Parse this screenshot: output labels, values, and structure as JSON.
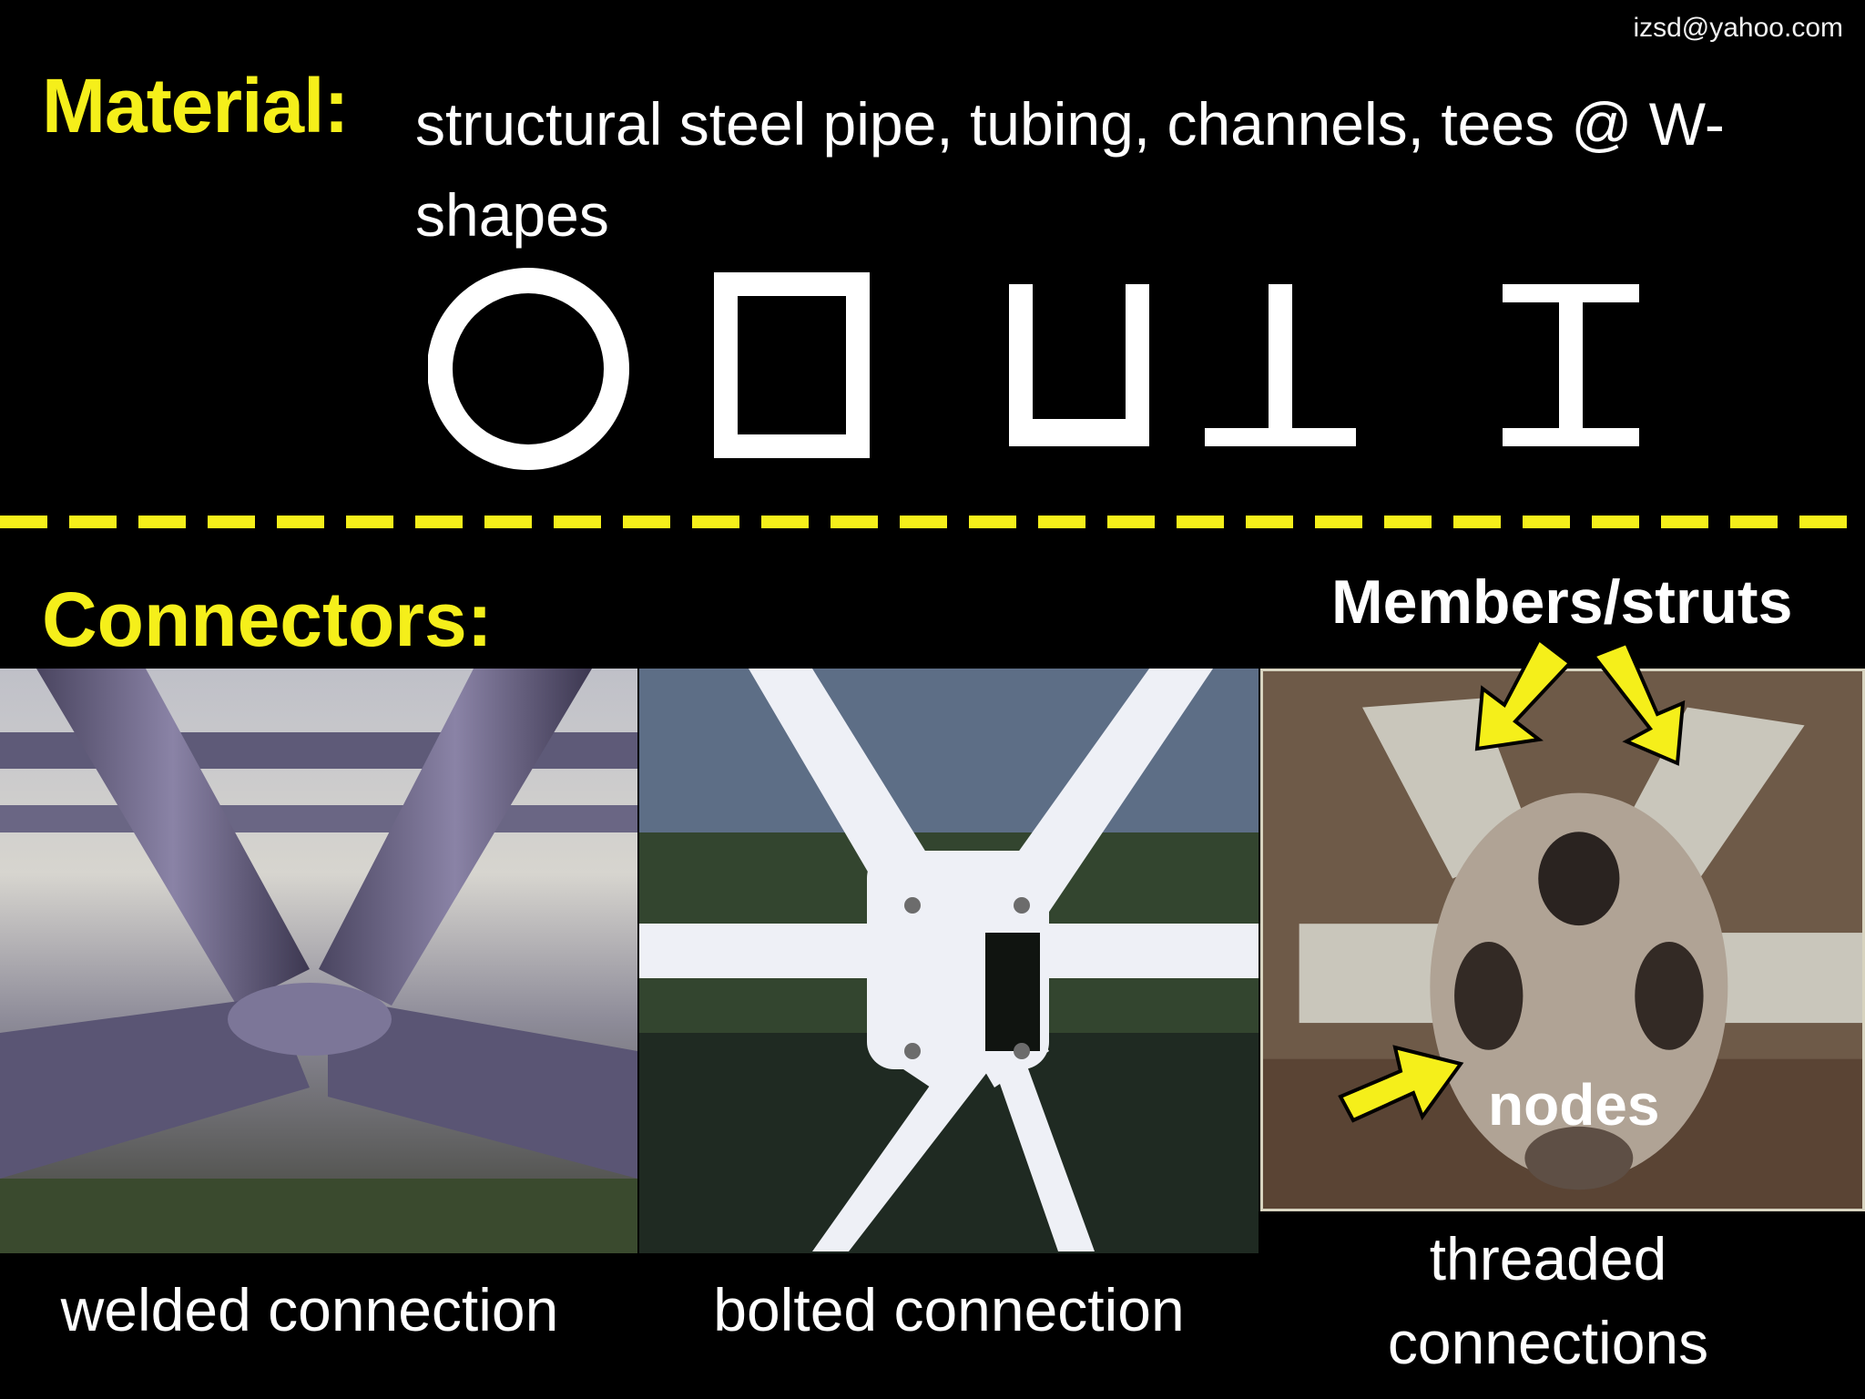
{
  "header": {
    "email": "izsd@yahoo.com",
    "material_label": "Material:",
    "material_text": "structural steel pipe, tubing, channels, tees @ W-shapes"
  },
  "shapes": [
    "pipe-section-icon",
    "tube-section-icon",
    "channel-section-icon",
    "tee-section-icon",
    "w-shape-section-icon"
  ],
  "connectors": {
    "label": "Connectors:",
    "members_label": "Members/struts",
    "nodes_label": "nodes",
    "captions": {
      "welded": "welded connection",
      "bolted": "bolted connection",
      "threaded": "threaded connections"
    }
  },
  "colors": {
    "background": "#000000",
    "accent_yellow": "#f5ef1a",
    "text": "#ffffff"
  }
}
